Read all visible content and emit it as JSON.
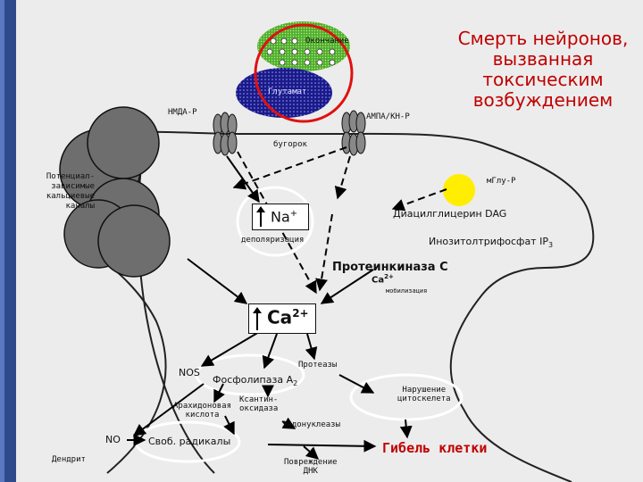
{
  "title": "Смерть нейронов, вызванная токсическим возбуждением",
  "labels": {
    "okonchanie": "Окончание",
    "glutamat": "Глутамат",
    "nmda": "НМДА-Р",
    "ampa": "АМПА/КН-Р",
    "bugorok": "бугорок",
    "potential_channels": [
      "Потенциал-",
      "зависимые",
      "кальциевые",
      "каналы"
    ],
    "mglu": "мГлу-Р",
    "na": "Na",
    "na_sup": "+",
    "depolarization": "деполяризация",
    "dag": "Диацилглицерин DAG",
    "ip3": "Инозитолтрифосфат IP",
    "ip3_sub": "3",
    "pkc": "Протеинкиназа С",
    "ca_small": "Ca",
    "ca_small_sup": "2+",
    "mobilization": "мобилизация",
    "ca_big": "Ca",
    "ca_big_sup": "2+",
    "nos": "NOS",
    "phospholipase": "Фосфолипаза А",
    "phospholipase_sub": "2",
    "proteases": "Протеазы",
    "xanthine": [
      "Ксантин-",
      "оксидаза"
    ],
    "arachidonic": [
      "Арахидоновая",
      "кислота"
    ],
    "cytoskeleton": [
      "Нарушение",
      "цитоскелета"
    ],
    "endonucleases": "Эндонуклеазы",
    "no": "NO",
    "free_radicals": "Своб. радикалы",
    "dna_damage": [
      "Повреждение",
      "ДНК"
    ],
    "cell_death": "Гибель клетки",
    "dendrite": "Дендрит"
  },
  "colors": {
    "title": "#c00000",
    "terminal": "#5fbf2f",
    "glutamate": "#1a1a8c",
    "channel": "#666666",
    "mglu_receptor": "#ffee00",
    "red_circle": "#e01010",
    "cell_death": "#c00000"
  }
}
